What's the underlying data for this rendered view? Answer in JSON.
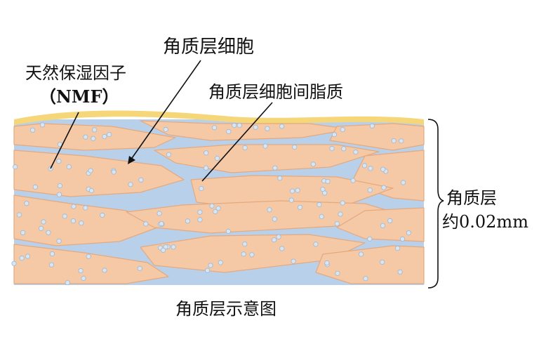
{
  "labels": {
    "nmf_line1": "天然保湿因子",
    "nmf_line2": "（NMF）",
    "corneocyte": "角质层细胞",
    "intercellular_lipid": "角质层细胞间脂质",
    "layer_name": "角质层",
    "thickness": "约0.02mm",
    "caption": "角质层示意图"
  },
  "colors": {
    "cell_fill": "#f5c9a5",
    "cell_outline": "#e4a97e",
    "lipid_fill": "#b9d0ea",
    "lipid_outline": "#8faed4",
    "surface_film": "#f5d77a",
    "nmf_dot": "#d8e6f4",
    "line": "#111111"
  }
}
